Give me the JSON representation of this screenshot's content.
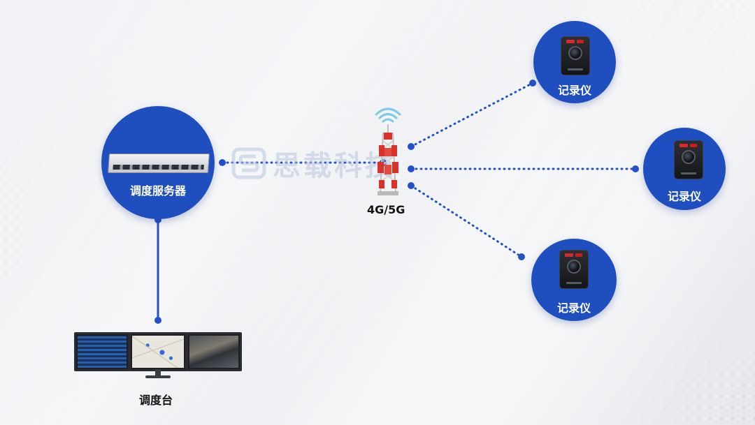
{
  "colors": {
    "accent": "#1f4fbf",
    "link": "#2350c8",
    "tower_red": "#d9322b",
    "background": "#eef0f3"
  },
  "nodes": {
    "server": {
      "label": "调度服务器",
      "icon": "server-icon"
    },
    "tower": {
      "label": "4G/5G",
      "icon": "cell-tower-icon"
    },
    "recorders": [
      {
        "label": "记录仪",
        "icon": "body-camera-icon"
      },
      {
        "label": "记录仪",
        "icon": "body-camera-icon"
      },
      {
        "label": "记录仪",
        "icon": "body-camera-icon"
      }
    ],
    "console": {
      "label": "调度台",
      "icon": "monitor-wall-icon"
    }
  },
  "watermark": {
    "text": "思载科技",
    "icon": "company-logo-icon"
  }
}
